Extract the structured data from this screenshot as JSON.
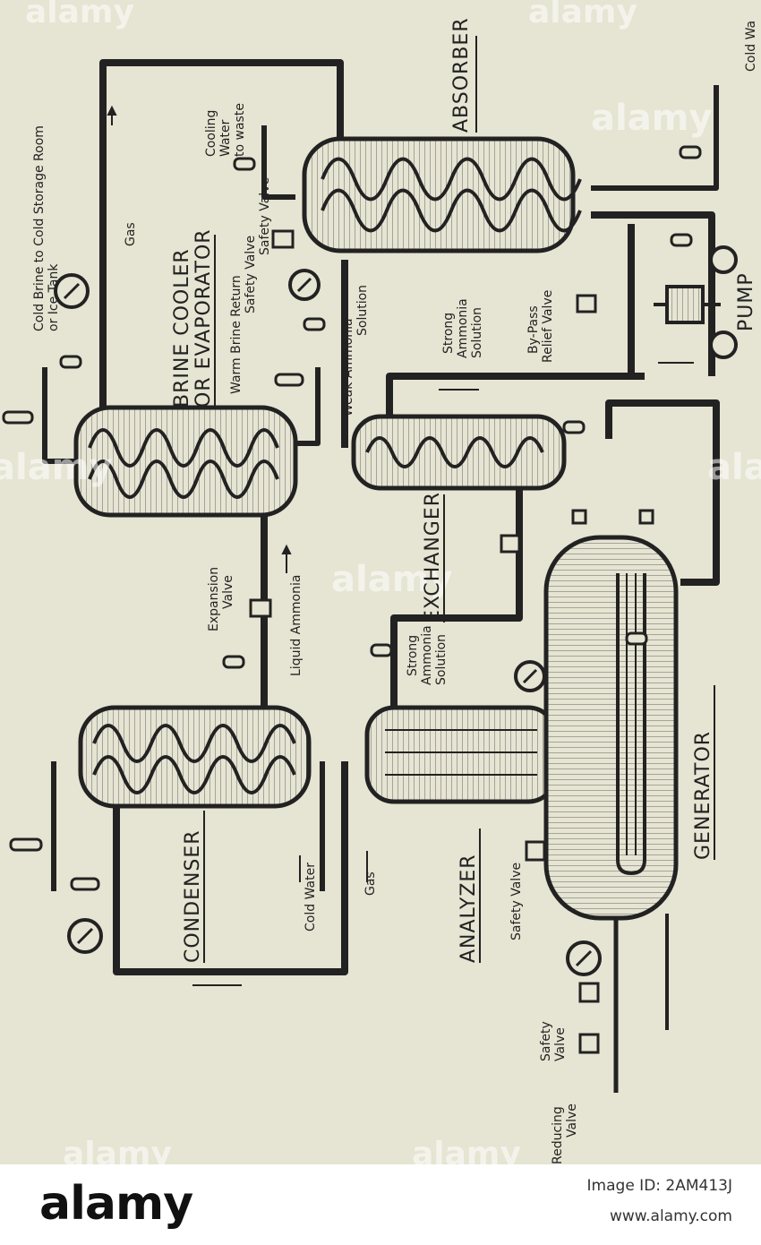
{
  "diagram": {
    "components": {
      "absorber": "ABSORBER",
      "brine_cooler": "BRINE COOLER",
      "evaporator": "OR EVAPORATOR",
      "exchanger": "EXCHANGER",
      "condenser": "CONDENSER",
      "analyzer": "ANALYZER",
      "generator": "GENERATOR",
      "pump": "PUMP"
    },
    "labels": {
      "cold_brine_1": "Cold Brine to Cold Storage Room",
      "cold_brine_2": "or Ice Tank",
      "cooling_water_1": "Cooling",
      "cooling_water_2": "Water",
      "cooling_water_3": "to waste",
      "cold_water_top": "Cold Wa",
      "gas_top": "Gas",
      "warm_brine_1": "Warm Brine Return",
      "warm_brine_2": "Safety Valve",
      "safety_valve_absorber": "Safety Valve",
      "weak_1": "Weak Ammonia",
      "weak_2": "Solution",
      "strong_top_1": "Strong",
      "strong_top_2": "Ammonia",
      "strong_top_3": "Solution",
      "bypass_1": "By-Pass",
      "bypass_2": "Relief Valve",
      "expansion_1": "Expansion",
      "expansion_2": "Valve",
      "liquid_ammonia": "Liquid Ammonia",
      "strong_mid_1": "Strong",
      "strong_mid_2": "Ammonia",
      "strong_mid_3": "Solution",
      "cold_water_bottom": "Cold Water",
      "gas_bottom": "Gas",
      "safety_valve_analyzer": "Safety Valve",
      "safety_valve_gen_1": "Safety",
      "safety_valve_gen_2": "Valve",
      "reducing_1": "Reducing",
      "reducing_2": "Valve"
    },
    "watermark": "alamy"
  },
  "footer": {
    "brand": "alamy",
    "image_id": "Image ID: 2AM413J",
    "site": "www.alamy.com"
  },
  "colors": {
    "paper": "#e6e4d2",
    "ink": "#222222",
    "footer_bg": "#ffffff"
  }
}
